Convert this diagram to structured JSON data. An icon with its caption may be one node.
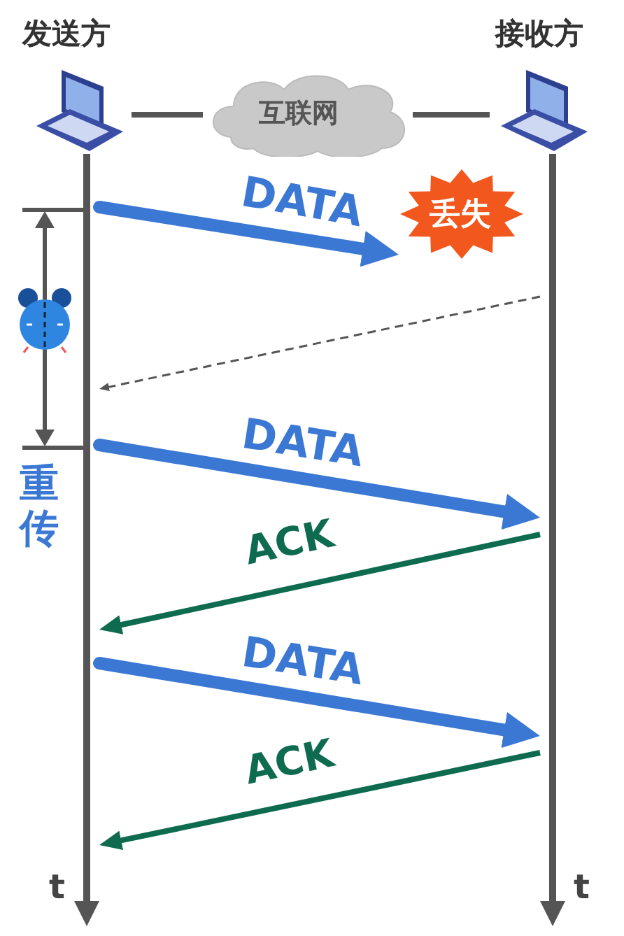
{
  "diagram": {
    "nodes": [
      {
        "text": [
          "发送方"
        ]
      },
      {
        "text": [
          "互联网"
        ]
      },
      {
        "text": [
          "接收方"
        ]
      },
      {
        "text": [],
        "shape": "bar",
        "beside": [
          "t"
        ]
      },
      {
        "text": [],
        "shape": "bar",
        "beside": [
          "t"
        ]
      },
      {
        "text": [
          "丢失"
        ]
      }
    ],
    "edges": [
      {
        "from": 0,
        "to": 1,
        "arrow": "none"
      },
      {
        "from": 1,
        "to": 2,
        "arrow": "none"
      },
      {
        "from": 3,
        "to": 5,
        "arrow": "to",
        "label": "DATA",
        "style": "thick",
        "color": "#3b78d4"
      },
      {
        "from": 4,
        "to": 3,
        "arrow": "to",
        "style": "dashed"
      },
      {
        "from": 3,
        "to": 4,
        "arrow": "to",
        "label": "DATA",
        "style": "thick",
        "color": "#3b78d4"
      },
      {
        "from": 4,
        "to": 3,
        "arrow": "to",
        "label": "ACK",
        "color": "#0e6b50"
      },
      {
        "from": 3,
        "to": 4,
        "arrow": "to",
        "label": "DATA",
        "style": "thick",
        "color": "#3b78d4"
      },
      {
        "from": 4,
        "to": 3,
        "arrow": "to",
        "label": "ACK",
        "color": "#0e6b50"
      }
    ],
    "labels": [
      "重传"
    ]
  }
}
